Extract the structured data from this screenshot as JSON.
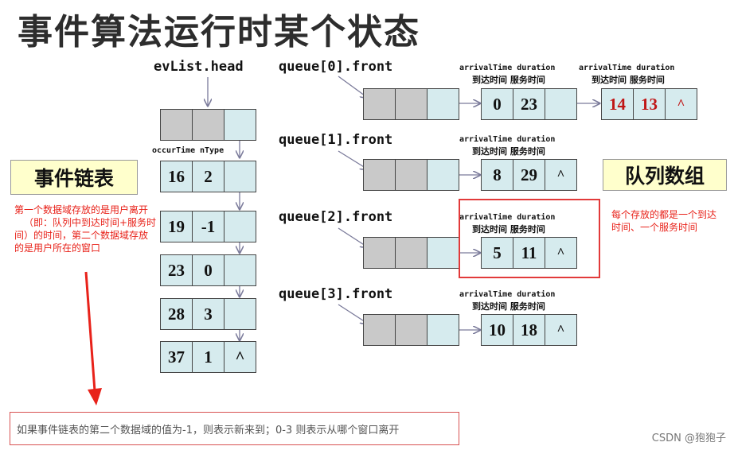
{
  "title": "事件算法运行时某个状态",
  "ev_list": {
    "head_label": "evList.head",
    "field_headers": {
      "occur": "occurTime",
      "type": "nType"
    },
    "nodes": [
      {
        "occur": "16",
        "type": "2",
        "next": ""
      },
      {
        "occur": "19",
        "type": "-1",
        "next": ""
      },
      {
        "occur": "23",
        "type": "0",
        "next": ""
      },
      {
        "occur": "28",
        "type": "3",
        "next": ""
      },
      {
        "occur": "37",
        "type": "1",
        "next": "^"
      }
    ]
  },
  "labels": {
    "event_list": "事件链表",
    "queue_array": "队列数组",
    "headers": {
      "arrival_en": "arrivalTime",
      "duration_en": "duration",
      "arrival_cn": "到达时间",
      "service_cn": "服务时间"
    }
  },
  "queues": [
    {
      "label": "queue[0].front",
      "nodes": [
        {
          "arrival": "0",
          "duration": "23",
          "next": ""
        },
        {
          "arrival": "14",
          "duration": "13",
          "next": "^"
        }
      ]
    },
    {
      "label": "queue[1].front",
      "nodes": [
        {
          "arrival": "8",
          "duration": "29",
          "next": "^"
        }
      ]
    },
    {
      "label": "queue[2].front",
      "nodes": [
        {
          "arrival": "5",
          "duration": "11",
          "next": "^"
        }
      ]
    },
    {
      "label": "queue[3].front",
      "nodes": [
        {
          "arrival": "10",
          "duration": "18",
          "next": "^"
        }
      ]
    }
  ],
  "notes": {
    "event_list_note": [
      "第一个数据域存放的是用户离开",
      "（即：队列中到达时间+服务时",
      "间）的时间，第二个数据域存放",
      "的是用户所在的窗口"
    ],
    "queue_note": [
      "每个存放的都是一个到达",
      "时间、一个服务时间"
    ],
    "bottom_note": "如果事件链表的第二个数据域的值为-1，则表示新来到；0-3 则表示从哪个窗口离开"
  },
  "colors": {
    "cell_gray": "#c9c9c9",
    "cell_teal": "#d6ebee",
    "highlight_red": "#c01616",
    "note_red": "#e8221a"
  },
  "watermark": "CSDN @狍狍子"
}
